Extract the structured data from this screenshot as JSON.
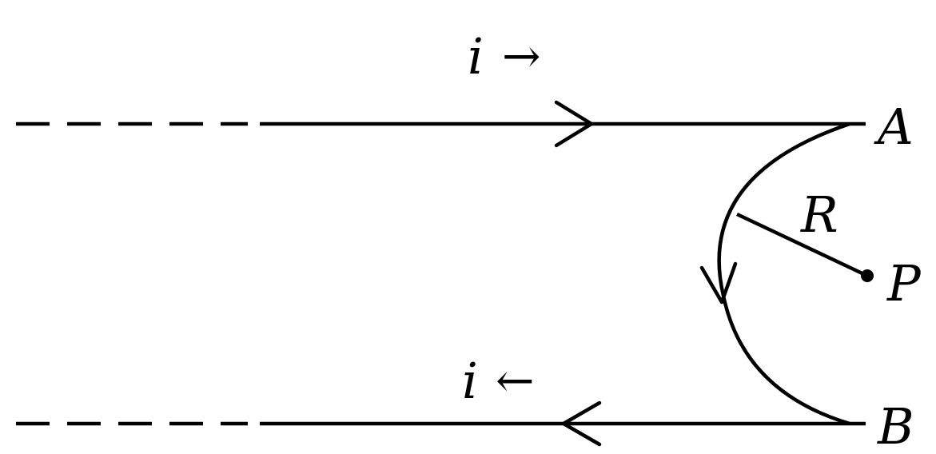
{
  "labels": {
    "point_a": "A",
    "point_b": "B",
    "point_p": "P",
    "radius": "R",
    "current_top": "i",
    "current_bottom": "i"
  },
  "icons": {
    "top_current_direction": "right-arrow-icon",
    "bottom_current_direction": "left-arrow-icon",
    "top_current_glyph": "→",
    "bottom_current_glyph": "←"
  },
  "colors": {
    "stroke": "#000000",
    "background": "#ffffff"
  }
}
